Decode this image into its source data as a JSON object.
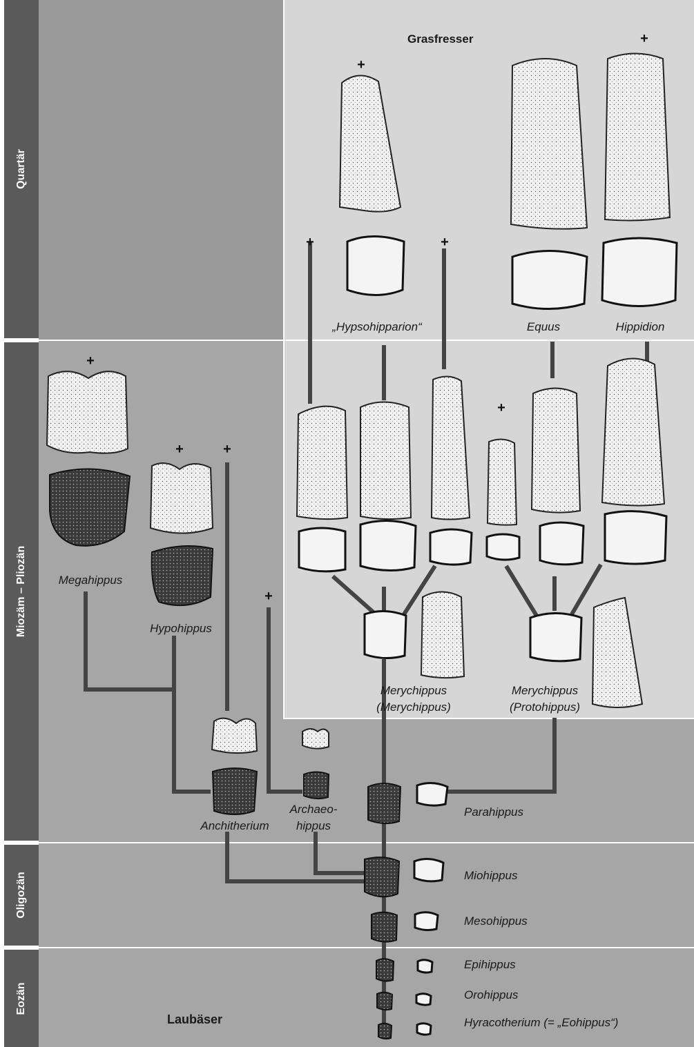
{
  "epochs": {
    "quartaer": "Quartär",
    "miozaen_pliozaen": "Miozäm – Pliozän",
    "oligozaen": "Oligozän",
    "eozaen": "Eozän"
  },
  "diet_labels": {
    "grazers": "Grasfresser",
    "browsers": "Laubäser"
  },
  "extinction_mark": "+",
  "taxa": {
    "hypsohipparion": "„Hypsohipparion“",
    "equus": "Equus",
    "hippidion": "Hippidion",
    "megahippus": "Megahippus",
    "hypohippus": "Hypohippus",
    "merychippus_merychippus_1": "Merychippus",
    "merychippus_merychippus_2": "(Merychippus)",
    "merychippus_protohippus_1": "Merychippus",
    "merychippus_protohippus_2": "(Protohippus)",
    "anchitherium": "Anchitherium",
    "archaeohippus_1": "Archaeo-",
    "archaeohippus_2": "hippus",
    "parahippus": "Parahippus",
    "miohippus": "Miohippus",
    "mesohippus": "Mesohippus",
    "epihippus": "Epihippus",
    "orohippus": "Orohippus",
    "hyracotherium": "Hyracotherium (= „Eohippus“)"
  },
  "colors": {
    "band_dark": "#9a9a9a",
    "band_mid": "#a9a9a9",
    "grazer_area": "#d6d6d6",
    "epoch_bar": "#5a5a5a",
    "line": "#444444"
  }
}
